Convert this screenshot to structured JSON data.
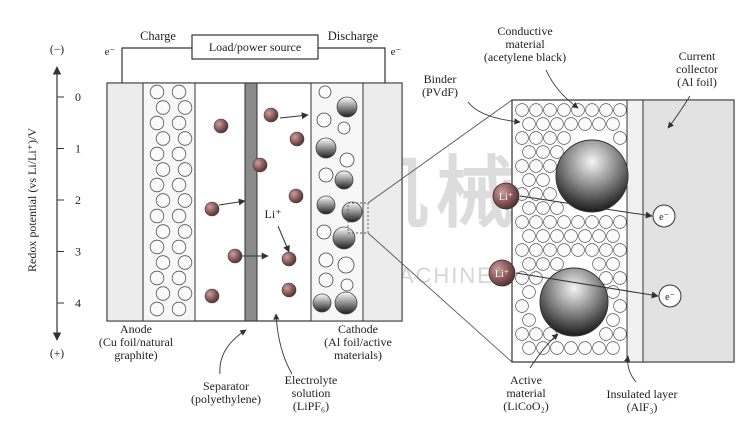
{
  "top": {
    "charge": "Charge",
    "discharge": "Discharge",
    "load": "Load/power source",
    "electron_left": "e⁻",
    "electron_right": "e⁻"
  },
  "axis": {
    "label": "Redox potential (vs Li/Li⁺)/V",
    "minus": "(−)",
    "plus": "(+)",
    "ticks": [
      "0",
      "1",
      "2",
      "3",
      "4"
    ]
  },
  "labels": {
    "anode": [
      "Anode",
      "(Cu foil/natural",
      "graphite)"
    ],
    "cathode": [
      "Cathode",
      "(Al foil/active",
      "materials)"
    ],
    "separator": [
      "Separator",
      "(polyethylene)"
    ],
    "electrolyte": [
      "Electrolyte",
      "solution",
      "(LiPF₆)"
    ],
    "li_ion": "Li⁺",
    "binder": [
      "Binder",
      "(PVdF)"
    ],
    "conductive": [
      "Conductive",
      "material",
      "(acetylene black)"
    ],
    "collector": [
      "Current",
      "collector",
      "(Al foil)"
    ],
    "active": [
      "Active",
      "material",
      "(LiCoO₂)"
    ],
    "insulated": [
      "Insulated layer",
      "(AlF₃)"
    ],
    "li_ball": "Li⁺",
    "e_ball": "e⁻"
  },
  "watermark": {
    "cn": "多成机械",
    "en": "DUOCHENG MACHINE"
  },
  "colors": {
    "line": "#333333",
    "separator": "#8a8a8a",
    "ion": "#8c5a5a",
    "collector": "#e4e4e4",
    "watermark": "#d9d9d9"
  }
}
